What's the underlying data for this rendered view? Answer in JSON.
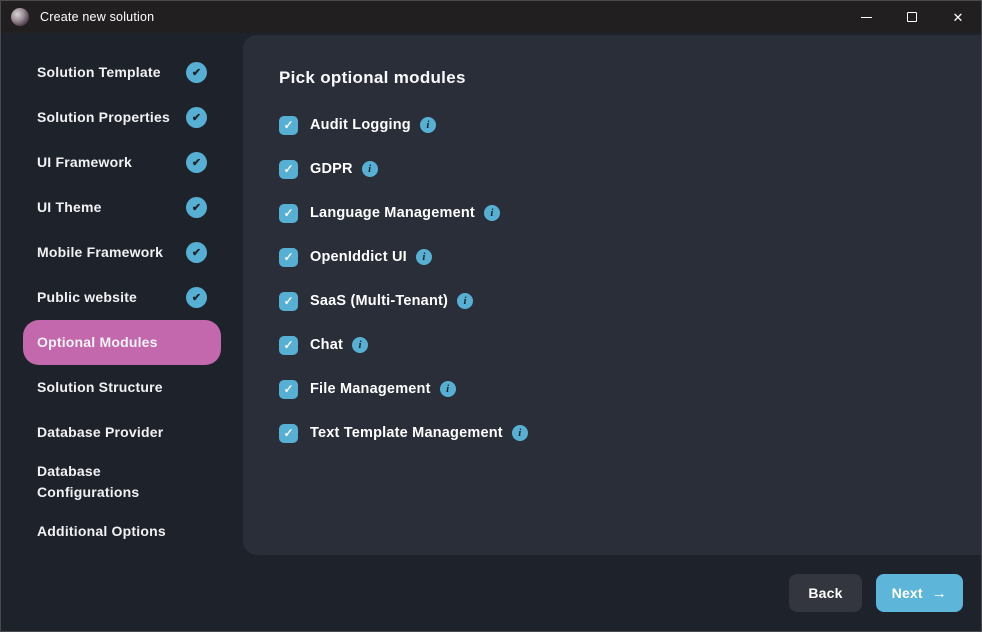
{
  "window": {
    "title": "Create new solution",
    "controls": {
      "minimize": "Minimize",
      "maximize": "Maximize",
      "close": "Close"
    }
  },
  "sidebar": {
    "items": [
      {
        "label": "Solution Template",
        "checked": true,
        "active": false
      },
      {
        "label": "Solution Properties",
        "checked": true,
        "active": false
      },
      {
        "label": "UI Framework",
        "checked": true,
        "active": false
      },
      {
        "label": "UI Theme",
        "checked": true,
        "active": false
      },
      {
        "label": "Mobile Framework",
        "checked": true,
        "active": false
      },
      {
        "label": "Public website",
        "checked": true,
        "active": false
      },
      {
        "label": "Optional Modules",
        "checked": false,
        "active": true
      },
      {
        "label": "Solution Structure",
        "checked": false,
        "active": false
      },
      {
        "label": "Database Provider",
        "checked": false,
        "active": false
      },
      {
        "label": "Database Configurations",
        "checked": false,
        "active": false
      },
      {
        "label": "Additional Options",
        "checked": false,
        "active": false
      }
    ]
  },
  "main": {
    "heading": "Pick optional modules",
    "modules": [
      {
        "label": "Audit Logging",
        "checked": true,
        "info": true
      },
      {
        "label": "GDPR",
        "checked": true,
        "info": true
      },
      {
        "label": "Language Management",
        "checked": true,
        "info": true
      },
      {
        "label": "OpenIddict UI",
        "checked": true,
        "info": true
      },
      {
        "label": "SaaS (Multi-Tenant)",
        "checked": true,
        "info": true
      },
      {
        "label": "Chat",
        "checked": true,
        "info": true
      },
      {
        "label": "File Management",
        "checked": true,
        "info": true
      },
      {
        "label": "Text Template Management",
        "checked": true,
        "info": true
      }
    ]
  },
  "footer": {
    "back": "Back",
    "next": "Next",
    "next_arrow": "→"
  },
  "icons": {
    "step_check": "✔",
    "checkbox_check": "✓",
    "info": "i",
    "close": "✕"
  },
  "colors": {
    "accent_blue": "#57b0d4",
    "accent_pink": "#c468ae",
    "panel_bg": "#2a2e38",
    "window_bg": "#1e222b",
    "titlebar_bg": "#221f20"
  }
}
